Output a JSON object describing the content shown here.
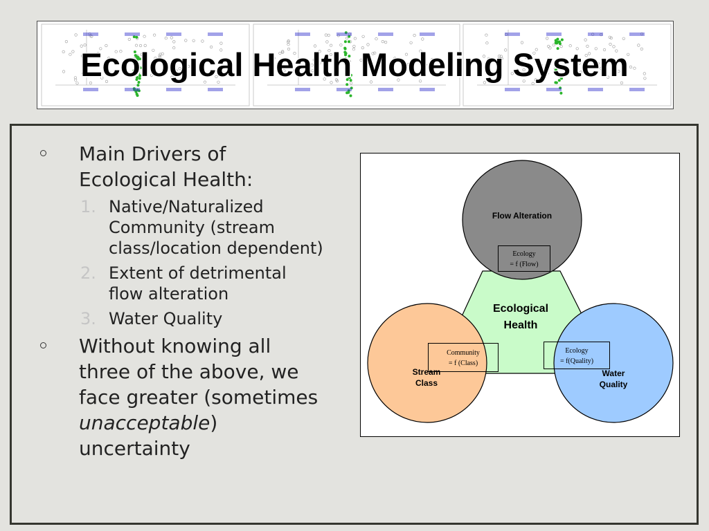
{
  "slide": {
    "title": "Ecological Health Modeling System"
  },
  "colors": {
    "background": "#e3e3df",
    "flow_circle": "#8a8a8a",
    "stream_circle": "#fdc898",
    "water_circle": "#9ecbff",
    "center_triangle": "#c9fbc9",
    "plot_points": "#2ab52a",
    "plot_text": "#3030cc"
  },
  "bullets": [
    {
      "text": "Main Drivers of Ecological Health:",
      "items": [
        {
          "num": "1.",
          "text": "Native/Naturalized Community (stream class/location dependent)"
        },
        {
          "num": "2.",
          "text": "Extent of detrimental flow alteration"
        },
        {
          "num": "3.",
          "text": "Water Quality"
        }
      ]
    },
    {
      "text_before": "Without knowing all three of the above, we face greater (sometimes ",
      "text_em": "unacceptable",
      "text_after": ") uncertainty"
    }
  ],
  "diagram": {
    "center_label": "Ecological Health",
    "flow": {
      "label": "Flow Alteration",
      "formula_line1": "Ecology",
      "formula_line2": "= f (Flow)"
    },
    "stream": {
      "label": "Stream Class",
      "formula_line1": "Community",
      "formula_line2": "= f (Class)"
    },
    "water": {
      "label": "Water Quality",
      "formula_line1": "Ecology",
      "formula_line2": "= f(Quality)"
    }
  }
}
